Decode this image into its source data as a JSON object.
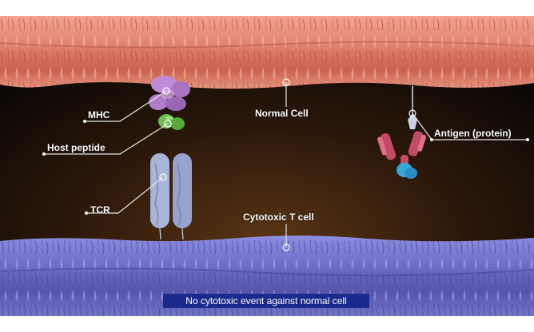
{
  "labels": {
    "mhc": "MHC",
    "host_peptide": "Host peptide",
    "tcr": "TCR",
    "normal_cell": "Normal Cell",
    "cytotoxic_t_cell": "Cytotoxic T cell",
    "antigen": "Antigen (protein)"
  },
  "caption": "No cytotoxic event against normal cell",
  "colors": {
    "normal_membrane": "#e0836e",
    "tcell_membrane": "#6f6fc8",
    "mhc": "#b07ec8",
    "host_peptide": "#6cbf4e",
    "tcr": "#a9b4d8",
    "antibody_heavy": "#c24a66",
    "antibody_light": "#36a7d6",
    "caption_bg": "#1c2a8c"
  }
}
